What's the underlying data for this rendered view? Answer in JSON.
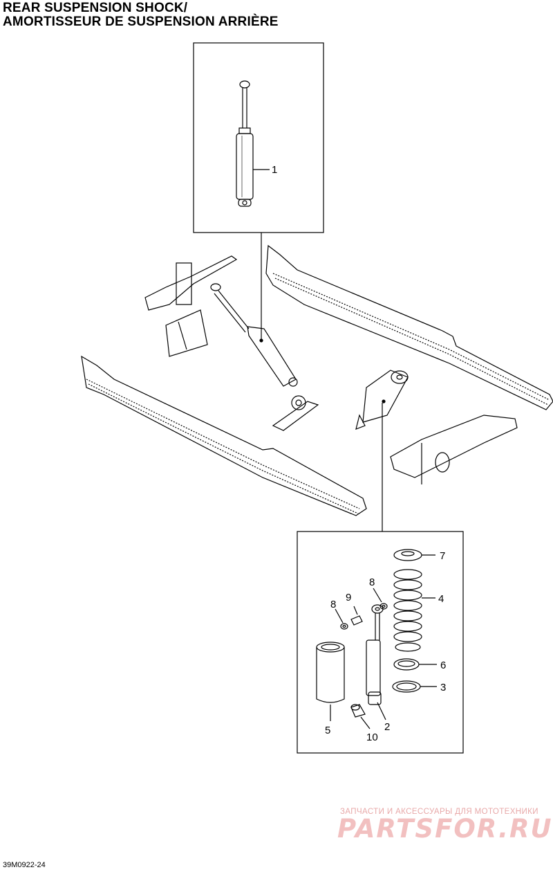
{
  "title": {
    "line1": "REAR SUSPENSION SHOCK/",
    "line2": "AMORTISSEUR DE SUSPENSION ARRIÈRE"
  },
  "callouts": [
    {
      "id": "1",
      "label": "1"
    },
    {
      "id": "2",
      "label": "2"
    },
    {
      "id": "3",
      "label": "3"
    },
    {
      "id": "4",
      "label": "4"
    },
    {
      "id": "5",
      "label": "5"
    },
    {
      "id": "6",
      "label": "6"
    },
    {
      "id": "7",
      "label": "7"
    },
    {
      "id": "8a",
      "label": "8"
    },
    {
      "id": "8b",
      "label": "8"
    },
    {
      "id": "9",
      "label": "9"
    },
    {
      "id": "10",
      "label": "10"
    }
  ],
  "reference": "39M0922-24",
  "watermark": {
    "tagline": "ЗАПЧАСТИ И АКСЕССУАРЫ ДЛЯ МОТОТЕХНИКИ",
    "logo": "PARTSFOR.RU"
  },
  "colors": {
    "line": "#000000",
    "watermark": "#e8a0a0"
  }
}
